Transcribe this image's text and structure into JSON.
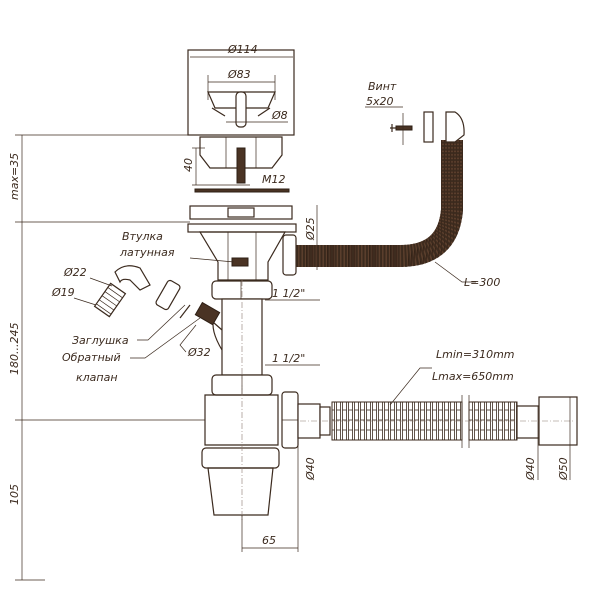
{
  "title": "Sink siphon assembly drawing",
  "labels": {
    "d114": "Ø114",
    "d83": "Ø83",
    "d8": "Ø8",
    "h40": "40",
    "m12": "M12",
    "d25": "Ø25",
    "screw_title": "Винт",
    "screw_size": "5x20",
    "l300": "L=300",
    "bushing_1": "Втулка",
    "bushing_2": "латунная",
    "d22": "Ø22",
    "d19": "Ø19",
    "thread_top": "1 1/2\"",
    "thread_bottom": "1 1/2\"",
    "plug": "Заглушка",
    "valve_1": "Обратный",
    "valve_2": "клапан",
    "d32": "Ø32",
    "max35": "max=35",
    "h180_245": "180...245",
    "h105": "105",
    "lmin": "Lmin=310mm",
    "lmax": "Lmax=650mm",
    "d40_outlet": "Ø40",
    "d40_end": "Ø40",
    "d50_end": "Ø50",
    "w65": "65"
  }
}
